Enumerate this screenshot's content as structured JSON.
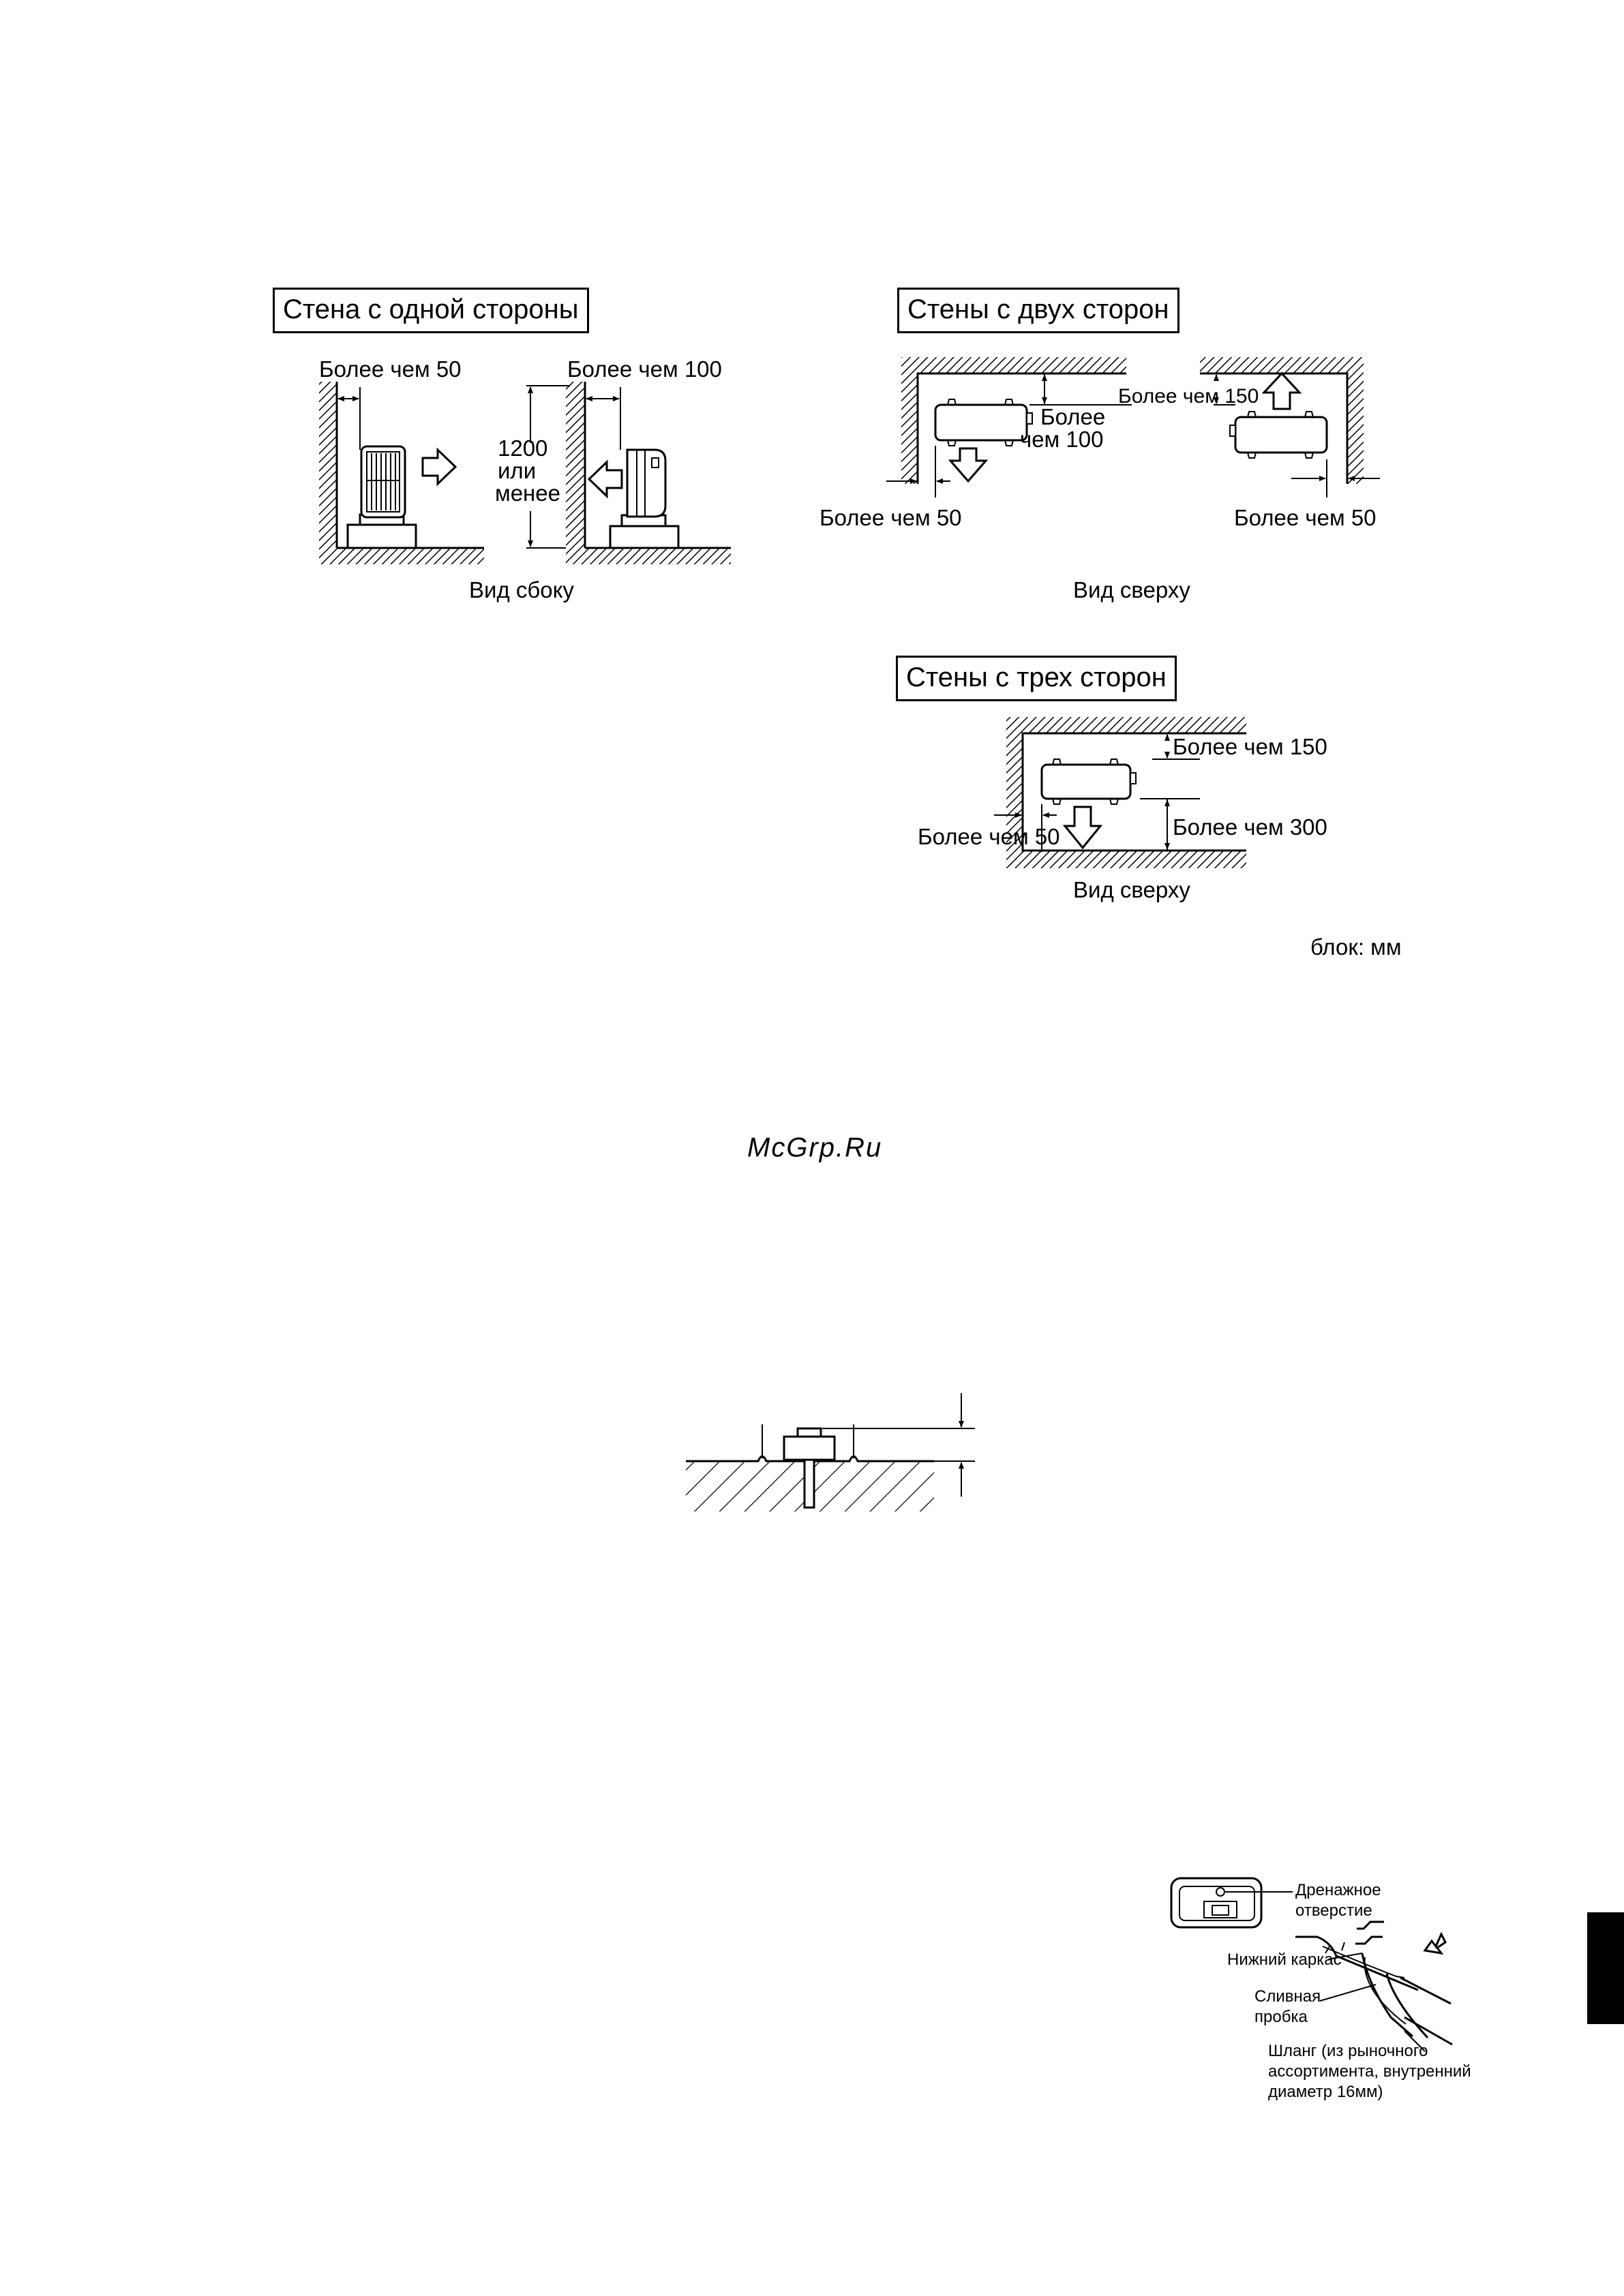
{
  "one_side": {
    "title": "Стена с одной стороны",
    "clear_left": "Более чем 50",
    "clear_right": "Более чем 100",
    "height_value": "1200",
    "height_line2": "или",
    "height_line3": "менее",
    "view": "Вид сбоку"
  },
  "two_sides": {
    "title": "Стены с двух сторон",
    "clear_top_a": "Более",
    "clear_top_b": "чем 100",
    "clear_right_top": "Более чем 150",
    "clear_left": "Более чем 50",
    "clear_right": "Более чем 50",
    "view": "Вид сверху"
  },
  "three_sides": {
    "title": "Стены с трех сторон",
    "clear_top": "Более чем 150",
    "clear_bottom": "Более чем 300",
    "clear_left": "Более чем 50",
    "view": "Вид сверху"
  },
  "units": "блок: мм",
  "watermark": "McGrp.Ru",
  "drain": {
    "hole_a": "Дренажное",
    "hole_b": "отверстие",
    "frame": "Нижний каркас",
    "plug_a": "Сливная",
    "plug_b": "пробка",
    "hose_a": "Шланг (из рыночного",
    "hose_b": "ассортимента, внутренний",
    "hose_c": "диаметр 16мм)"
  }
}
